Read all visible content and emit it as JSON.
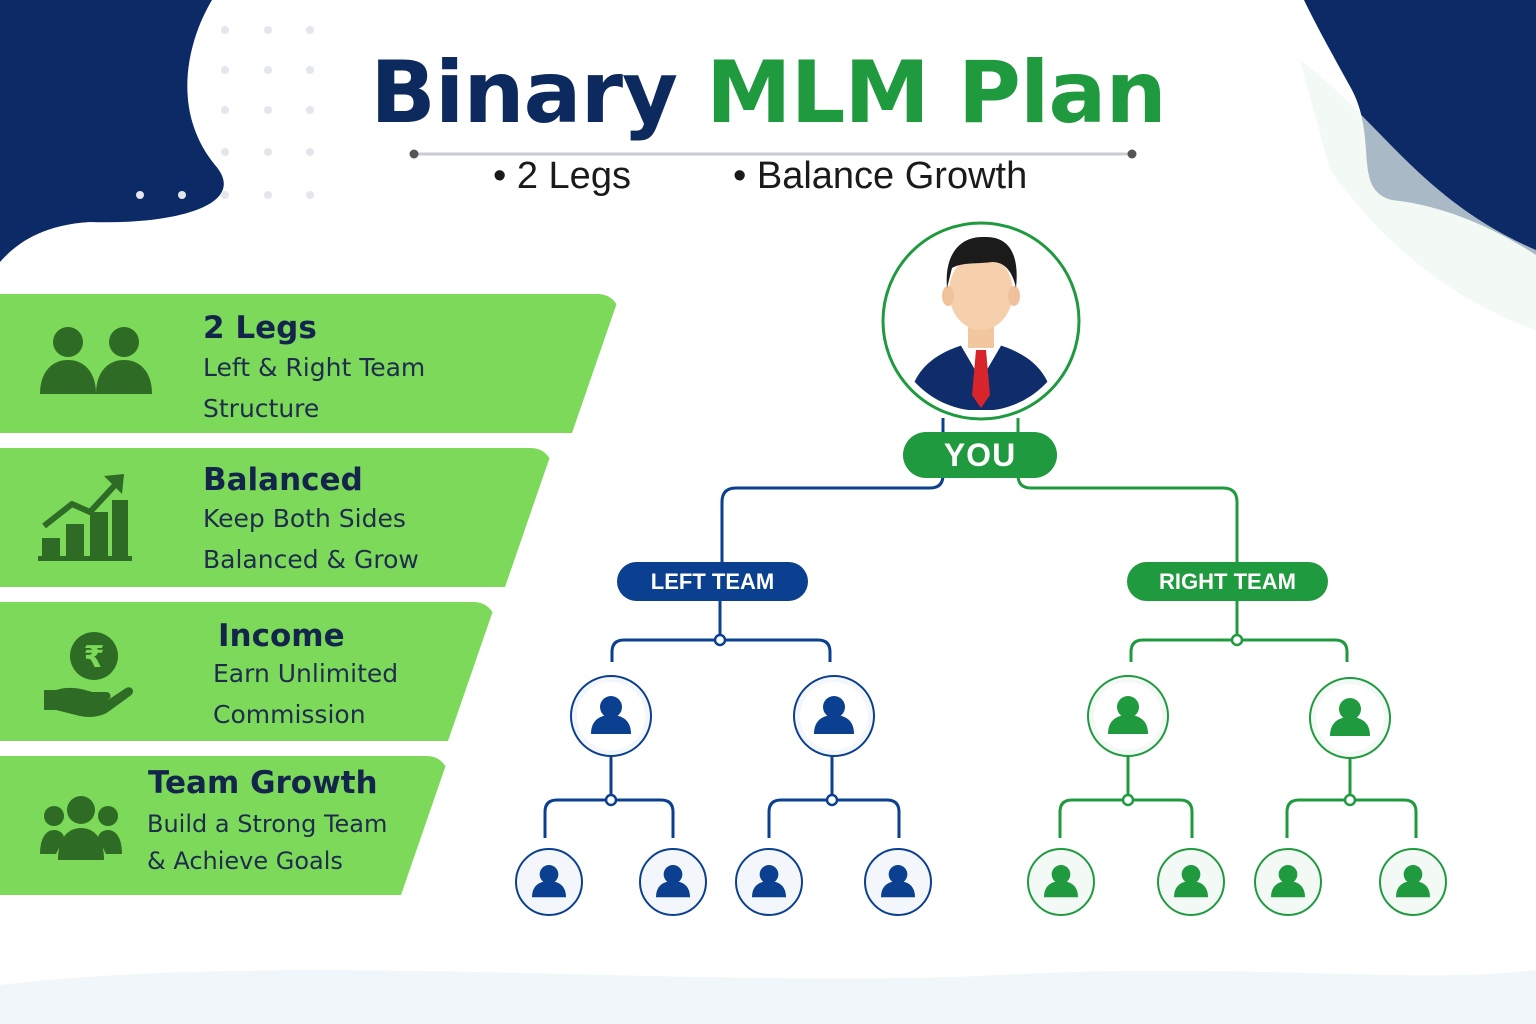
{
  "header": {
    "title_part1": "Binary",
    "title_part2": "MLM Plan",
    "bullet1": "• 2 Legs",
    "bullet2": "•  Balance Growth"
  },
  "features": [
    {
      "icon": "users-icon",
      "title": "2 Legs",
      "line1": "Left & Right Team",
      "line2": "Structure"
    },
    {
      "icon": "growth-chart-icon",
      "title": "Balanced",
      "line1": "Keep Both Sides",
      "line2": "Balanced & Grow"
    },
    {
      "icon": "rupee-hand-icon",
      "title": "Income",
      "line1": "Earn Unlimited",
      "line2": "Commission"
    },
    {
      "icon": "team-icon",
      "title": "Team Growth",
      "line1": "Build a Strong Team",
      "line2": "& Achieve Goals"
    }
  ],
  "tree": {
    "root_label": "YOU",
    "left_label": "LEFT TEAM",
    "right_label": "RIGHT TEAM"
  },
  "colors": {
    "navy": "#0d2a5e",
    "green": "#1f9a3e",
    "card_green": "#7dd95a",
    "left_team": "#0b3f8f",
    "right_team": "#1f9a3e"
  }
}
